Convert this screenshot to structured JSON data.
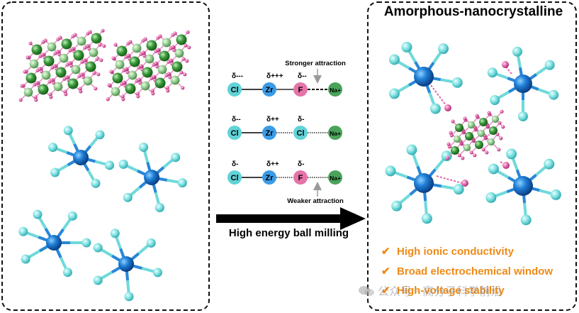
{
  "title": "Amorphous-nanocrystalline",
  "process_label": "High energy ball milling",
  "annotations": {
    "stronger": "Stronger attraction",
    "weaker": "Weaker attraction"
  },
  "bond_rows": [
    {
      "charges": [
        "δ---",
        "δ+++",
        "δ--",
        ""
      ],
      "atoms": [
        "Cl",
        "Zr",
        "F",
        "Na+"
      ]
    },
    {
      "charges": [
        "δ--",
        "δ++",
        "δ-",
        ""
      ],
      "atoms": [
        "Cl",
        "Zr",
        "Cl",
        "Na+"
      ]
    },
    {
      "charges": [
        "δ-",
        "δ++",
        "δ-",
        ""
      ],
      "atoms": [
        "Cl",
        "Zr",
        "F",
        "Na+"
      ]
    }
  ],
  "advantages": [
    "High ionic conductivity",
    "Broad electrochemical window",
    "High-voltage stability"
  ],
  "check_glyph": "✔",
  "watermark": "公众号 · 高分子科学前沿",
  "colors": {
    "cl": "#5fd3d8",
    "zr": "#3a9be6",
    "f": "#e573a8",
    "na": "#4aa35a",
    "advantage": "#ee8a17",
    "green_atom": "#2f8d2f",
    "pink_atom": "#d9519a"
  }
}
